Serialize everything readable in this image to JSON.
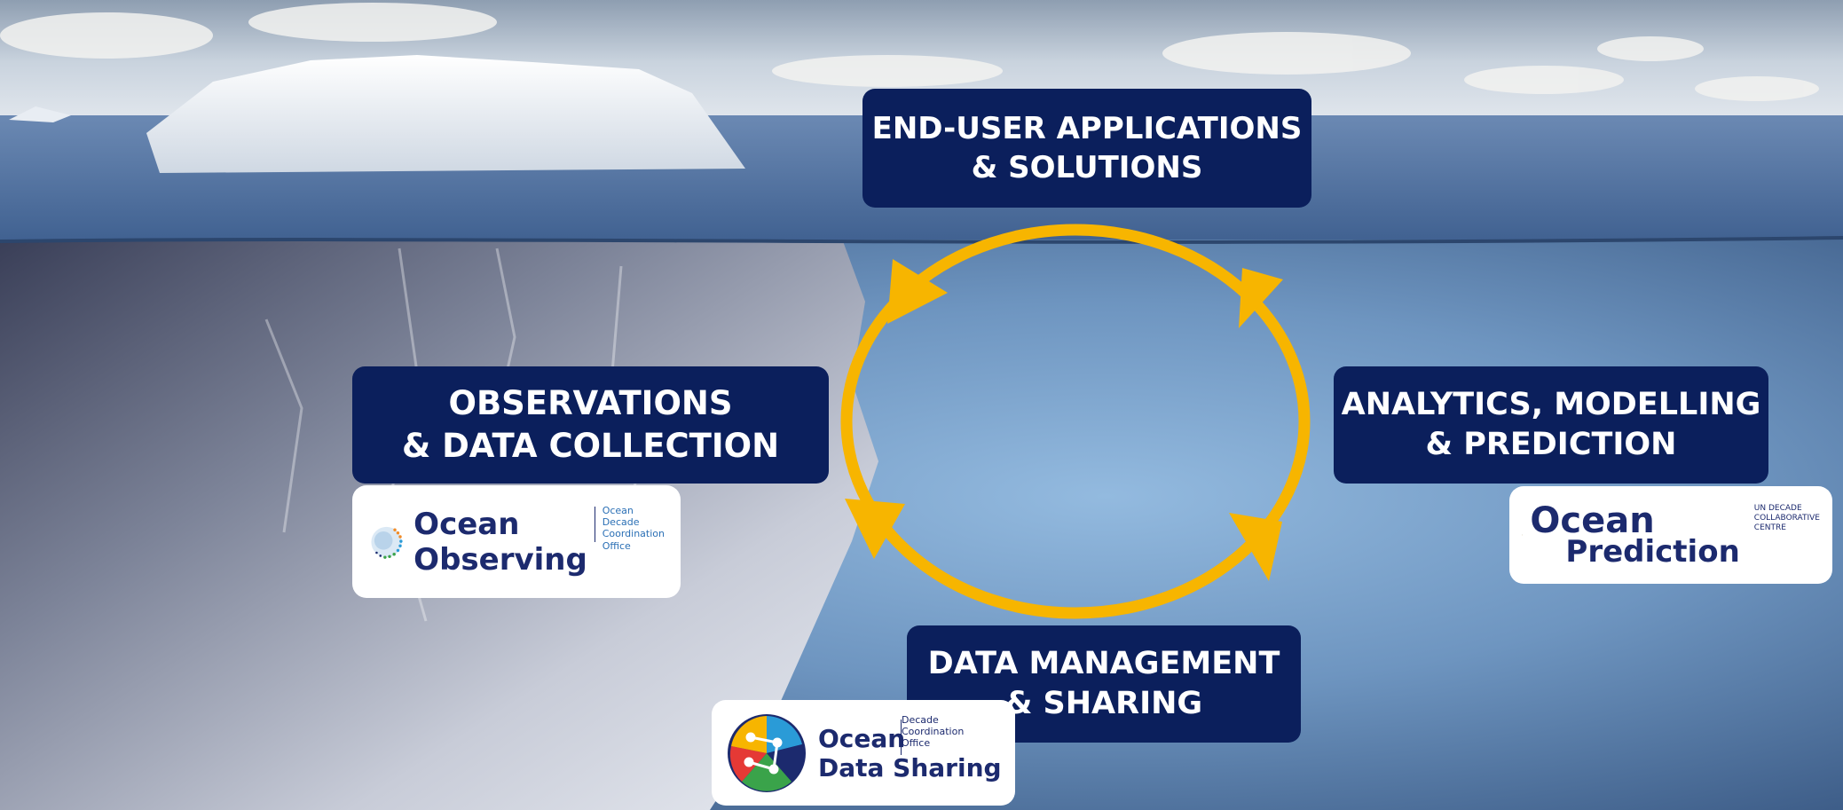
{
  "boxes": {
    "top": {
      "line1": "END-USER APPLICATIONS",
      "line2": "& SOLUTIONS"
    },
    "left": {
      "line1": "OBSERVATIONS",
      "line2": "& DATA COLLECTION"
    },
    "right": {
      "line1": "ANALYTICS, MODELLING",
      "line2": "& PREDICTION"
    },
    "bottom": {
      "line1": "DATA MANAGEMENT",
      "line2": "& SHARING"
    }
  },
  "logos": {
    "observing": {
      "name1": "Ocean",
      "name2": "Observing",
      "sub1": "Ocean Decade",
      "sub2": "Coordination",
      "sub3": "Office"
    },
    "prediction": {
      "name1": "Ocean",
      "name2": "Prediction",
      "sub1": "UN DECADE",
      "sub2": "COLLABORATIVE",
      "sub3": "CENTRE"
    },
    "data_sharing": {
      "name1": "Ocean",
      "name2": "Data Sharing",
      "sub1": "Decade",
      "sub2": "Coordination",
      "sub3": "Office"
    }
  },
  "colors": {
    "box_fill": "#0b1f5c",
    "cycle_arrow": "#f7b500",
    "sky": "#b9c6d4",
    "water_deep": "#2f4a72",
    "water_light": "#8fb6dd"
  }
}
